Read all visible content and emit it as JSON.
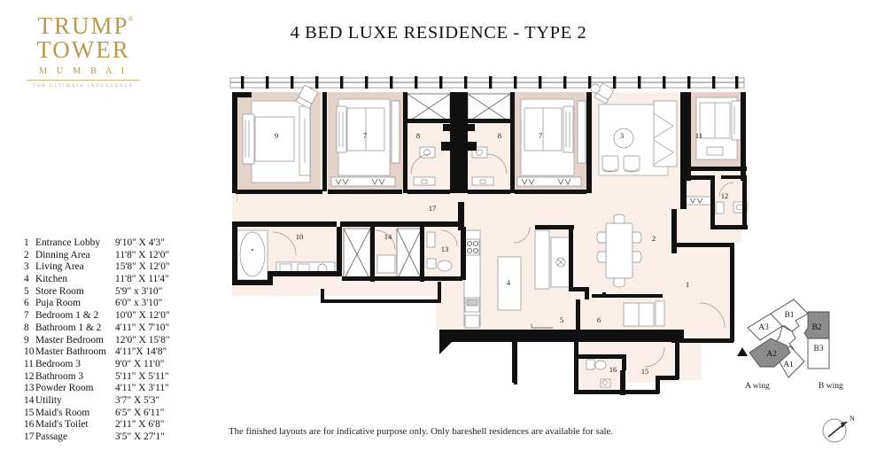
{
  "brand": {
    "name_line1": "TRUMP",
    "name_line2": "TOWER",
    "registered_mark": "®",
    "city": "M U M B A I",
    "tagline": "THE ULTIMATE INDULGENCE"
  },
  "title": "4 BED LUXE RESIDENCE - TYPE 2",
  "footer_note": "The finished layouts are for indicative purpose only. Only bareshell residences are available for sale.",
  "legend": {
    "rows": [
      {
        "num": "1",
        "name": "Entrance Lobby",
        "dim": "9'10\" X 4'3\""
      },
      {
        "num": "2",
        "name": "Dinning Area",
        "dim": "11'8\" X 12'0\""
      },
      {
        "num": "3",
        "name": "Living Area",
        "dim": "15'8\" X 12'0\""
      },
      {
        "num": "4",
        "name": "Kitchen",
        "dim": "11'8\" X 11'4\""
      },
      {
        "num": "5",
        "name": "Store Room",
        "dim": "5'9\" x 3'10\""
      },
      {
        "num": "6",
        "name": "Puja Room",
        "dim": "6'0\" x 3'10\""
      },
      {
        "num": "7",
        "name": "Bedroom 1 & 2",
        "dim": "10'0\" X 12'0\""
      },
      {
        "num": "8",
        "name": "Bathroom 1 & 2",
        "dim": "4'11\" X 7'10\""
      },
      {
        "num": "9",
        "name": "Master Bedroom",
        "dim": "12'0\" X 15'8\""
      },
      {
        "num": "10",
        "name": "Master Bathroom",
        "dim": "4'11\"X 14'8\""
      },
      {
        "num": "11",
        "name": "Bedroom 3",
        "dim": "9'0\" X 11'0\""
      },
      {
        "num": "12",
        "name": "Bathroom 3",
        "dim": "5'11\" X 5'11\""
      },
      {
        "num": "13",
        "name": "Powder Room",
        "dim": "4'11\" X 3'11\""
      },
      {
        "num": "14",
        "name": "Utility",
        "dim": "3'7\" X 5'3\""
      },
      {
        "num": "15",
        "name": "Maid's Room",
        "dim": "6'5\" X 6'11\""
      },
      {
        "num": "16",
        "name": "Maid's Toilet",
        "dim": "2'11\" X 6'8\""
      },
      {
        "num": "17",
        "name": "Passage",
        "dim": "3'5\" X 27'1\""
      }
    ]
  },
  "plan_labels": {
    "r1": "1",
    "r2": "2",
    "r3": "3",
    "r4": "4",
    "r5": "5",
    "r6": "6",
    "r7a": "7",
    "r7b": "7",
    "r8a": "8",
    "r8b": "8",
    "r9": "9",
    "r10": "10",
    "r11": "11",
    "r12": "12",
    "r13": "13",
    "r14": "14",
    "r15": "15",
    "r16": "16",
    "r17": "17"
  },
  "keyplan": {
    "wings": [
      {
        "id": "A1",
        "label": "A1",
        "highlighted": false
      },
      {
        "id": "A2",
        "label": "A2",
        "highlighted": true
      },
      {
        "id": "A3",
        "label": "A3",
        "highlighted": false
      },
      {
        "id": "B1",
        "label": "B1",
        "highlighted": false
      },
      {
        "id": "B2",
        "label": "B2",
        "highlighted": true
      },
      {
        "id": "B3",
        "label": "B3",
        "highlighted": false
      }
    ],
    "a_wing_label": "A wing",
    "b_wing_label": "B wing"
  },
  "compass": {
    "north_label": "N"
  },
  "colors": {
    "brand_gold": "#b99a4e",
    "wall_black": "#111111",
    "room_fill_bedroom": "#e3d3cb",
    "room_fill_common": "#f9efe8",
    "keyplan_highlight": "#8c8c8c",
    "text": "#15120f"
  }
}
